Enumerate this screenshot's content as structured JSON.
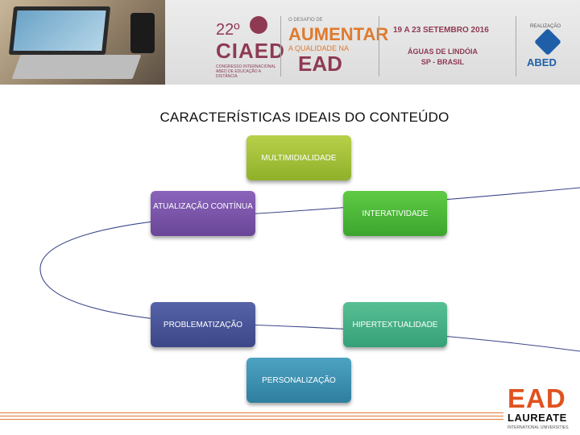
{
  "header": {
    "event_number": "22º",
    "event_name": "CIAED",
    "event_subtitle": "CONGRESSO INTERNACIONAL ABED DE EDUCAÇÃO A DISTÂNCIA",
    "theme_top": "O DESAFIO DE",
    "theme_main": "AUMENTAR",
    "theme_mid": "A QUALIDADE NA",
    "theme_ead": "EAD",
    "date": "19 A 23 SETEMBRO 2016",
    "place_line1": "ÁGUAS DE LINDÓIA",
    "place_line2": "SP - BRASIL",
    "organizer_label": "REALIZAÇÃO",
    "organizer_name": "ABED"
  },
  "slide": {
    "title": "CARACTERÍSTICAS IDEAIS DO CONTEÚDO"
  },
  "cycle": {
    "nodes": [
      {
        "id": "multimidialidade",
        "label": "MULTIMIDIALIDADE",
        "color": "#a3c23a"
      },
      {
        "id": "atualizacao",
        "label": "ATUALIZAÇÃO CONTÍNUA",
        "color": "#7a55aa"
      },
      {
        "id": "interatividade",
        "label": "INTERATIVIDADE",
        "color": "#4dba3a"
      },
      {
        "id": "problematizacao",
        "label": "PROBLEMATIZAÇÃO",
        "color": "#4a5599"
      },
      {
        "id": "hipertextualidade",
        "label": "HIPERTEXTUALIDADE",
        "color": "#47b086"
      },
      {
        "id": "personalizacao",
        "label": "PERSONALIZAÇÃO",
        "color": "#3e90b1"
      }
    ]
  },
  "footer": {
    "brand": "EAD",
    "brand_sub": "LAUREATE",
    "brand_tagline": "INTERNATIONAL UNIVERSITIES",
    "accent_color": "#e0521f"
  }
}
